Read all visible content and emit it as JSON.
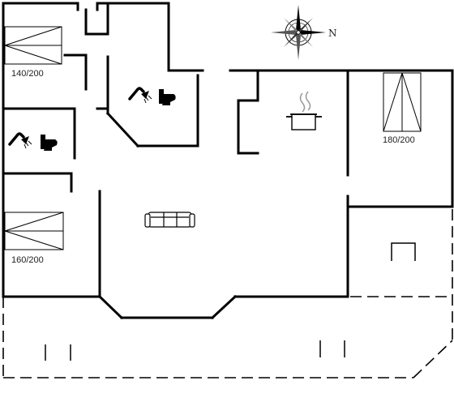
{
  "compass": {
    "north_label": "N"
  },
  "rooms": {
    "bedroom_1": {
      "bed_size": "140/200"
    },
    "bedroom_2": {
      "bed_size": "180/200"
    },
    "bedroom_3": {
      "bed_size": "160/200"
    }
  },
  "icons": {
    "bathroom_1": [
      "shower-icon",
      "toilet-icon"
    ],
    "bathroom_2": [
      "shower-icon",
      "toilet-icon"
    ],
    "kitchen": "cooking-pot-icon",
    "living_room": "sofa-icon"
  },
  "colors": {
    "wall": "#000000",
    "background": "#ffffff"
  }
}
